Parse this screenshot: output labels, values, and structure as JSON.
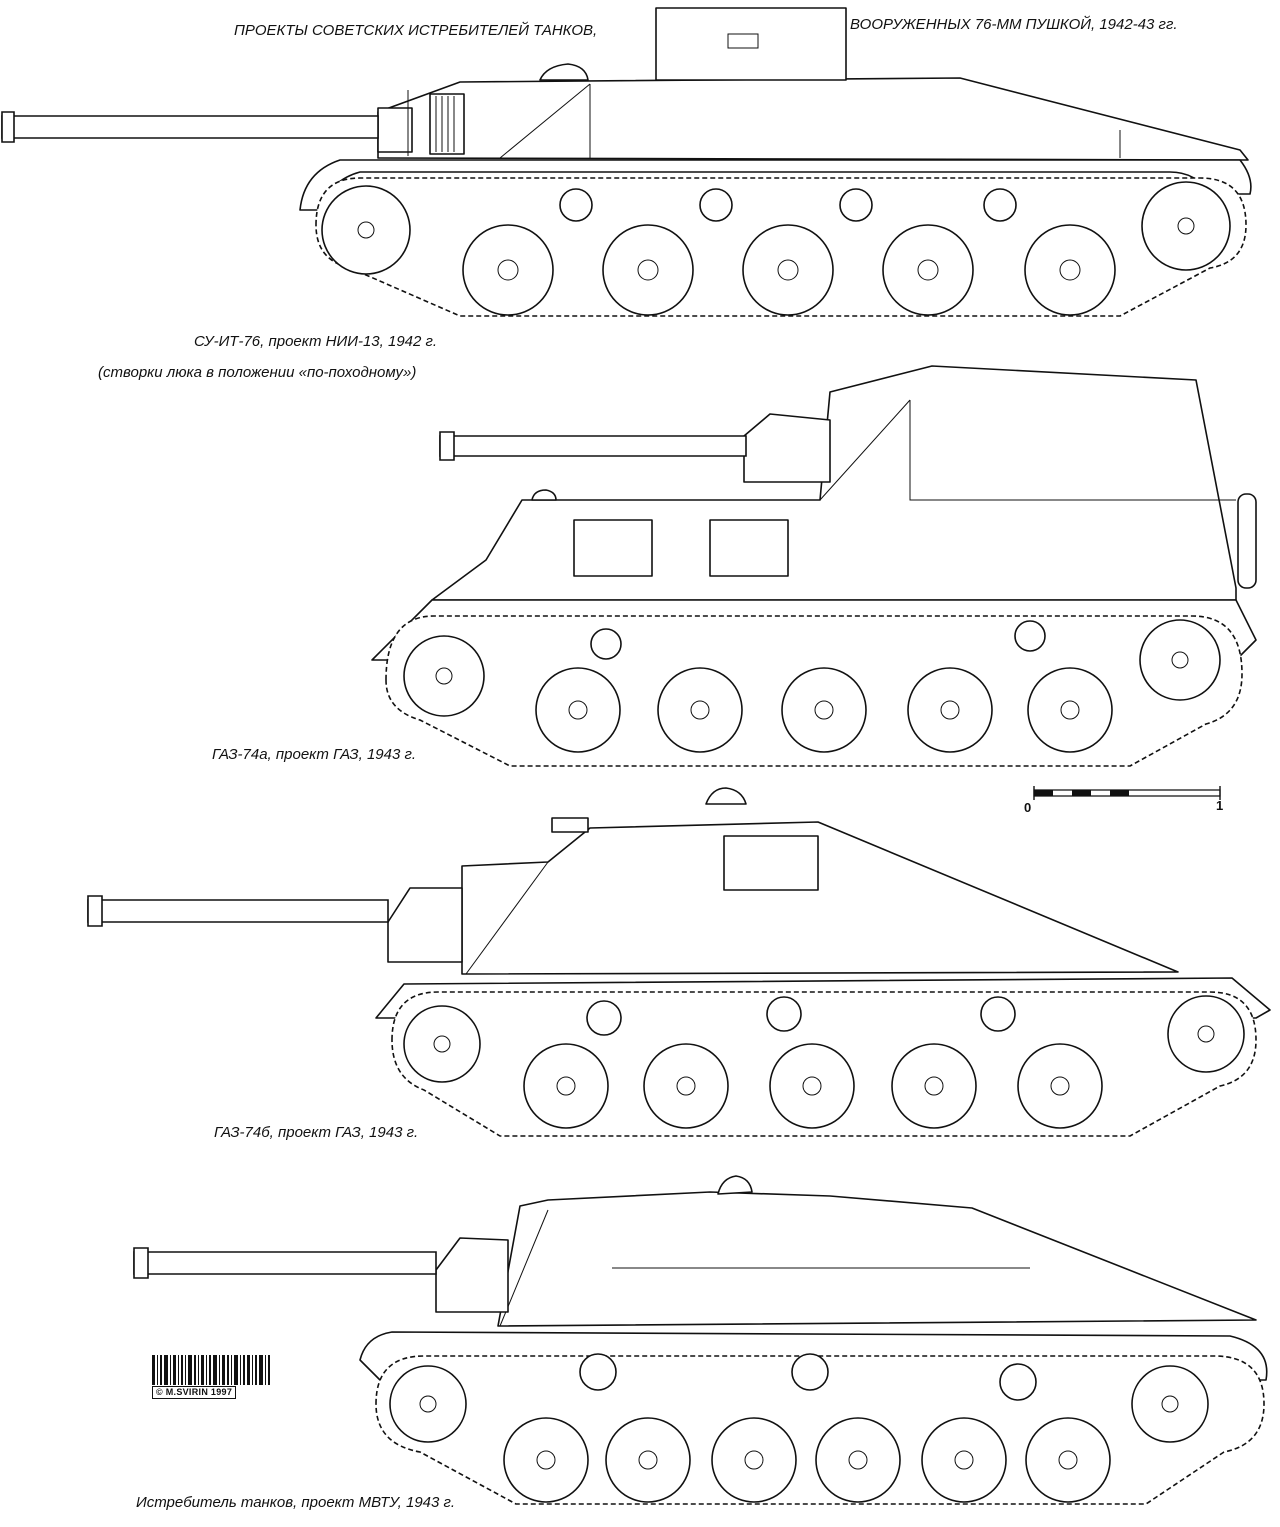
{
  "title": {
    "left": "ПРОЕКТЫ СОВЕТСКИХ ИСТРЕБИТЕЛЕЙ ТАНКОВ,",
    "right": "ВООРУЖЕННЫХ 76-ММ ПУШКОЙ, 1942-43 гг."
  },
  "vehicles": [
    {
      "caption": "СУ-ИТ-76, проект НИИ-13, 1942 г.",
      "note": "(створки люка в положении «по-походному»)"
    },
    {
      "caption": "ГАЗ-74а, проект ГАЗ, 1943 г.",
      "note": ""
    },
    {
      "caption": "ГАЗ-74б, проект ГАЗ, 1943 г.",
      "note": ""
    },
    {
      "caption": "Истребитель танков, проект МВТУ, 1943 г.",
      "note": ""
    }
  ],
  "scale": {
    "start": "0",
    "end": "1"
  },
  "copyright": "© M.SVIRIN 1997"
}
